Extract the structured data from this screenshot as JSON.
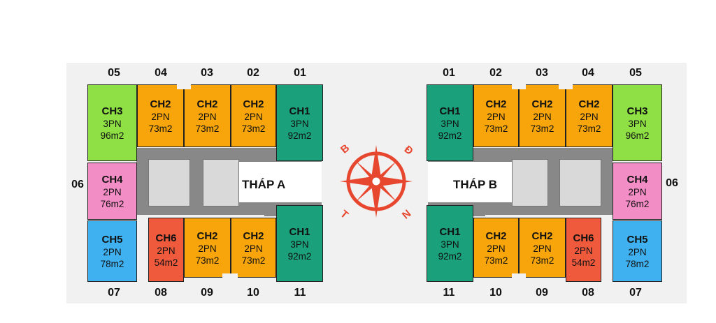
{
  "colors": {
    "ch1": "#1aa07a",
    "ch2": "#f7a50a",
    "ch3": "#8ee044",
    "ch4": "#f38dc6",
    "ch5": "#3fb0f0",
    "ch6": "#ef5a3c",
    "compass": "#e8472f"
  },
  "tower_a": {
    "label": "THÁP A",
    "top_numbers": [
      "05",
      "04",
      "03",
      "02",
      "01"
    ],
    "side_number": "06",
    "bottom_numbers": [
      "07",
      "08",
      "09",
      "10",
      "11"
    ],
    "top_units": [
      {
        "code": "CH3",
        "rooms": "3PN",
        "area": "96m2"
      },
      {
        "code": "CH2",
        "rooms": "2PN",
        "area": "73m2"
      },
      {
        "code": "CH2",
        "rooms": "2PN",
        "area": "73m2"
      },
      {
        "code": "CH2",
        "rooms": "2PN",
        "area": "73m2"
      },
      {
        "code": "CH1",
        "rooms": "3PN",
        "area": "92m2"
      }
    ],
    "middle_unit": {
      "code": "CH4",
      "rooms": "2PN",
      "area": "76m2"
    },
    "bottom_units": [
      {
        "code": "CH5",
        "rooms": "2PN",
        "area": "78m2"
      },
      {
        "code": "CH6",
        "rooms": "2PN",
        "area": "54m2"
      },
      {
        "code": "CH2",
        "rooms": "2PN",
        "area": "73m2"
      },
      {
        "code": "CH2",
        "rooms": "2PN",
        "area": "73m2"
      },
      {
        "code": "CH1",
        "rooms": "3PN",
        "area": "92m2"
      }
    ]
  },
  "tower_b": {
    "label": "THÁP B",
    "top_numbers": [
      "01",
      "02",
      "03",
      "04",
      "05"
    ],
    "side_number": "06",
    "bottom_numbers": [
      "11",
      "10",
      "09",
      "08",
      "07"
    ],
    "top_units": [
      {
        "code": "CH1",
        "rooms": "3PN",
        "area": "92m2"
      },
      {
        "code": "CH2",
        "rooms": "2PN",
        "area": "73m2"
      },
      {
        "code": "CH2",
        "rooms": "2PN",
        "area": "73m2"
      },
      {
        "code": "CH2",
        "rooms": "2PN",
        "area": "73m2"
      },
      {
        "code": "CH3",
        "rooms": "3PN",
        "area": "96m2"
      }
    ],
    "middle_unit": {
      "code": "CH4",
      "rooms": "2PN",
      "area": "76m2"
    },
    "bottom_units": [
      {
        "code": "CH1",
        "rooms": "3PN",
        "area": "92m2"
      },
      {
        "code": "CH2",
        "rooms": "2PN",
        "area": "73m2"
      },
      {
        "code": "CH2",
        "rooms": "2PN",
        "area": "73m2"
      },
      {
        "code": "CH6",
        "rooms": "2PN",
        "area": "54m2"
      },
      {
        "code": "CH5",
        "rooms": "2PN",
        "area": "78m2"
      }
    ]
  },
  "compass": {
    "north": "B",
    "east": "Đ",
    "south": "N",
    "west": "T"
  }
}
